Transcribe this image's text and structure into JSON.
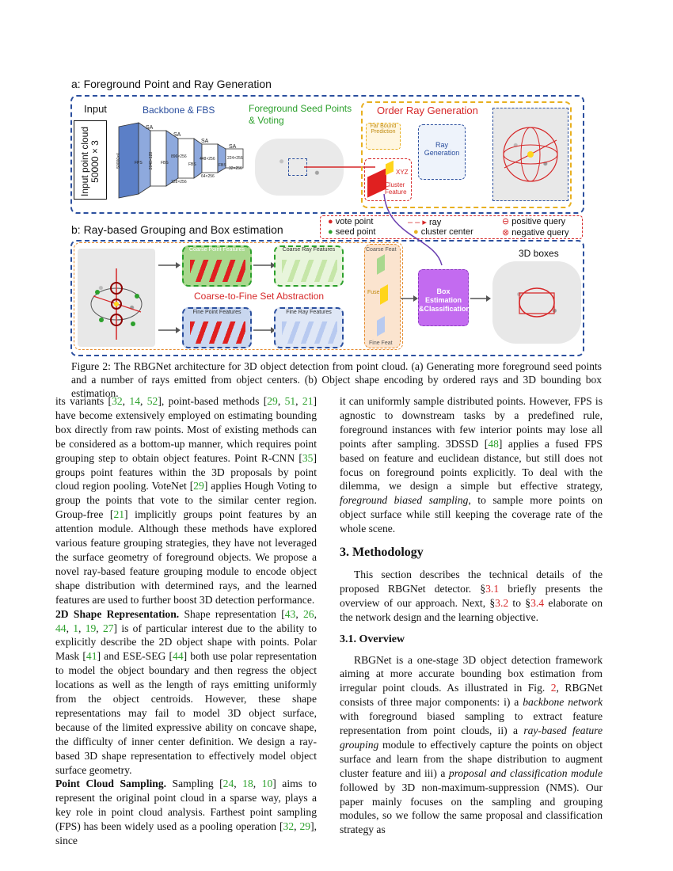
{
  "figure": {
    "panel_a_title": "a: Foreground Point and Ray Generation",
    "panel_b_title": "b: Ray-based Grouping and Box estimation",
    "input_label": "Input",
    "input_box": "Input point cloud 50000 × 3",
    "backbone_label": "Backbone & FBS",
    "fg_seed_label": "Foreground Seed Points & Voting",
    "order_ray_label": "Order Ray Generation",
    "far_bound_label": "Far Bound Prediction",
    "ray_generation_label": "Ray Generation",
    "cluster_feature_label": "Cluster Feature",
    "xyz_label": "XYZ",
    "sa_label": "SA",
    "fps_label": "FPS",
    "fbs_label": "FBS",
    "dims": [
      "50000×4",
      "2048×128",
      "896×256",
      "128×256",
      "448×256",
      "64×256",
      "224×256",
      "32×256"
    ],
    "legend": [
      "vote point",
      "seed point",
      "ray",
      "cluster center",
      "positive query",
      "negative query"
    ],
    "coarse_point_features": "Coarse Point Features",
    "coarse_ray_features": "Coarse Ray Features",
    "coarse_to_fine": "Coarse-to-Fine Set Abstraction",
    "fine_point_features": "Fine Point Features",
    "fine_ray_features": "Fine Ray Features",
    "coarse_feat": "Coarse Feat",
    "fuse": "Fuse",
    "fine_feat": "Fine Feat",
    "box_estimation": "Box Estimation &Classification",
    "boxes_3d": "3D boxes",
    "ellipsis": "..."
  },
  "caption": "Figure 2: The RBGNet architecture for 3D object detection from point cloud. (a) Generating more foreground seed points and a number of rays emitted from object centers. (b) Object shape encoding by ordered rays and 3D bounding box estimation.",
  "left_col": {
    "p1_a": "its variants [",
    "p1_c1": "32",
    "p1_c2": "14",
    "p1_c3": "52",
    "p1_b": "], point-based methods [",
    "p1_c4": "29",
    "p1_c5": "51",
    "p1_c6": "21",
    "p1_c": "] have become extensively employed on estimating bounding box directly from raw points. Most of existing methods can be considered as a bottom-up manner, which requires point grouping step to obtain object features. Point R-CNN [",
    "p1_c7": "35",
    "p1_d": "] groups point features within the 3D proposals by point cloud region pooling. VoteNet [",
    "p1_c8": "29",
    "p1_e": "] applies Hough Voting to group the points that vote to the similar center region. Group-free [",
    "p1_c9": "21",
    "p1_f": "] implicitly groups point features by an attention module. Although these methods have explored various feature grouping strategies, they have not leveraged the surface geometry of foreground objects. We propose a novel ray-based feature grouping module to encode object shape distribution with determined rays, and the learned features are used to further boost 3D detection performance.",
    "h2d": "2D Shape Representation.",
    "p2_a": " Shape representation [",
    "p2_c1": "43",
    "p2_c2": "26",
    "p2_c3": "44",
    "p2_c4": "1",
    "p2_c5": "19",
    "p2_c6": "27",
    "p2_b": "] is of particular interest due to the ability to explicitly describe the 2D object shape with points. Polar Mask [",
    "p2_c7": "41",
    "p2_c": "] and ESE-SEG [",
    "p2_c8": "44",
    "p2_d": "] both use polar representation to model the object boundary and then regress the object locations as well as the length of rays emitting uniformly from the object centroids. However, these shape representations may fail to model 3D object surface, because of the limited expressive ability on concave shape, the difficulty of inner center definition. We design a ray-based 3D shape representation to effectively model object surface geometry.",
    "hpcs": "Point Cloud Sampling.",
    "p3_a": " Sampling [",
    "p3_c1": "24",
    "p3_c2": "18",
    "p3_c3": "10",
    "p3_b": "] aims to represent the original point cloud in a sparse way, plays a key role in point cloud analysis. Farthest point sampling (FPS) has been widely used as a pooling operation [",
    "p3_c4": "32",
    "p3_c5": "29",
    "p3_c": "], since"
  },
  "right_col": {
    "p1_a": "it can uniformly sample distributed points. However, FPS is agnostic to downstream tasks by a predefined rule, foreground instances with few interior points may lose all points after sampling. 3DSSD [",
    "p1_c1": "48",
    "p1_b": "] applies a fused FPS based on feature and euclidean distance, but still does not focus on foreground points explicitly. To deal with the dilemma, we design a simple but effective strategy, ",
    "p1_em": "foreground biased sampling",
    "p1_c": ", to sample more points on object surface while still keeping the coverage rate of the whole scene.",
    "h3": "3. Methodology",
    "p2_a": "This section describes the technical details of the proposed RBGNet detector. §",
    "p2_r1": "3.1",
    "p2_b": " briefly presents the overview of our approach. Next, §",
    "p2_r2": "3.2",
    "p2_c": " to §",
    "p2_r3": "3.4",
    "p2_d": " elaborate on the network design and the learning objective.",
    "h31": "3.1. Overview",
    "p3_a": "RBGNet is a one-stage 3D object detection framework aiming at more accurate bounding box estimation from irregular point clouds. As illustrated in Fig. ",
    "p3_r1": "2",
    "p3_b": ", RBGNet consists of three major components: i) a ",
    "p3_em1": "backbone network",
    "p3_c": " with foreground biased sampling to extract feature representation from point clouds, ii) a ",
    "p3_em2": "ray-based feature grouping",
    "p3_d": " module to effectively capture the points on object surface and learn from the shape distribution to augment cluster feature and iii) a ",
    "p3_em3": "proposal and classification module",
    "p3_e": " followed by 3D non-maximum-suppression (NMS). Our paper mainly focuses on the sampling and grouping modules, so we follow the same proposal and classification strategy as"
  },
  "colors": {
    "blue_dash": "#2b4f9e",
    "orange_dash": "#e58a2c",
    "green": "#2ca02c",
    "red": "#d62728",
    "purple": "#b05fd8",
    "yellow": "#e8b020"
  }
}
